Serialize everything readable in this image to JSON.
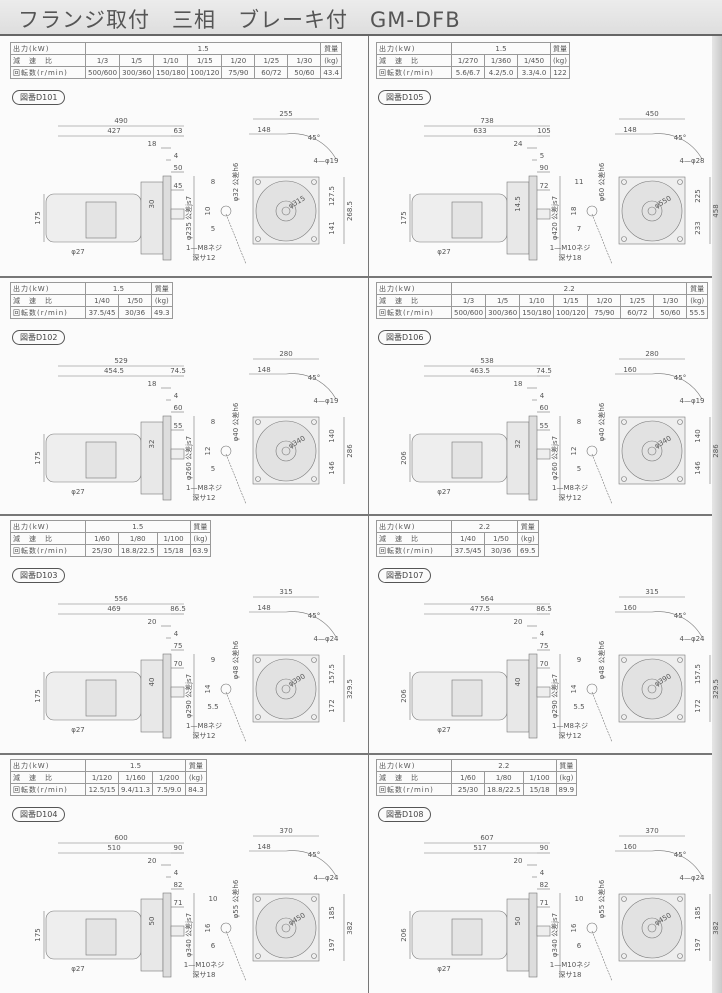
{
  "page_title": "フランジ取付　三相　ブレーキ付　GM-DFB",
  "table_labels": {
    "output": "出力(kW)",
    "ratio": "減　速　比",
    "speed": "回転数(r/min)",
    "mass": "質量",
    "mass_unit": "(kg)"
  },
  "panels": [
    {
      "figure": "図番D101",
      "kw": "1.5",
      "ratios": [
        "1/3",
        "1/5",
        "1/10",
        "1/15",
        "1/20",
        "1/25",
        "1/30"
      ],
      "speeds": [
        "500/600",
        "300/360",
        "150/180",
        "100/120",
        "75/90",
        "60/72",
        "50/60"
      ],
      "mass": "43.4",
      "dims": {
        "total": "490",
        "body": "427",
        "shaft_ext": "63",
        "key_offset": "18",
        "step": "4",
        "flange_proj": "50",
        "shaft_len": "45",
        "gear_h": "30",
        "motor_h": "175",
        "motor_dia": "φ27",
        "flange_dia": "φ235 公差js7",
        "shaft_dia": "φ32 公差h6",
        "key_w": "8",
        "key_h": "10",
        "key_d": "5",
        "tap": "1—M8ネジ",
        "depth": "深サ12",
        "square": "255",
        "offset": "148",
        "angle": "45°",
        "holes": "4—φ19",
        "pcd": "φ315",
        "upper": "127.5",
        "height": "268.5",
        "lower": "141"
      }
    },
    {
      "figure": "図番D105",
      "kw": "1.5",
      "ratios": [
        "1/270",
        "1/360",
        "1/450"
      ],
      "speeds": [
        "5.6/6.7",
        "4.2/5.0",
        "3.3/4.0"
      ],
      "mass": "122",
      "dims": {
        "total": "738",
        "body": "633",
        "shaft_ext": "105",
        "key_offset": "24",
        "step": "5",
        "flange_proj": "90",
        "shaft_len": "72",
        "gear_h": "14.5",
        "motor_h": "175",
        "motor_dia": "φ27",
        "flange_dia": "φ420 公差js7",
        "shaft_dia": "φ60 公差h6",
        "key_w": "11",
        "key_h": "18",
        "key_d": "7",
        "tap": "1—M10ネジ",
        "depth": "深サ18",
        "square": "450",
        "offset": "148",
        "angle": "45°",
        "holes": "4—φ28",
        "pcd": "φ550",
        "upper": "225",
        "height": "458",
        "lower": "233"
      }
    },
    {
      "figure": "図番D102",
      "kw": "1.5",
      "ratios": [
        "1/40",
        "1/50"
      ],
      "speeds": [
        "37.5/45",
        "30/36"
      ],
      "mass": "49.3",
      "dims": {
        "total": "529",
        "body": "454.5",
        "shaft_ext": "74.5",
        "key_offset": "18",
        "step": "4",
        "flange_proj": "60",
        "shaft_len": "55",
        "gear_h": "32",
        "motor_h": "175",
        "motor_dia": "φ27",
        "flange_dia": "φ260 公差js7",
        "shaft_dia": "φ40 公差h6",
        "key_w": "8",
        "key_h": "12",
        "key_d": "5",
        "tap": "1—M8ネジ",
        "depth": "深サ12",
        "square": "280",
        "offset": "148",
        "angle": "45°",
        "holes": "4—φ19",
        "pcd": "φ340",
        "upper": "140",
        "height": "286",
        "lower": "146"
      }
    },
    {
      "figure": "図番D106",
      "kw": "2.2",
      "ratios": [
        "1/3",
        "1/5",
        "1/10",
        "1/15",
        "1/20",
        "1/25",
        "1/30"
      ],
      "speeds": [
        "500/600",
        "300/360",
        "150/180",
        "100/120",
        "75/90",
        "60/72",
        "50/60"
      ],
      "mass": "55.5",
      "dims": {
        "total": "538",
        "body": "463.5",
        "shaft_ext": "74.5",
        "key_offset": "18",
        "step": "4",
        "flange_proj": "60",
        "shaft_len": "55",
        "gear_h": "32",
        "motor_h": "206",
        "motor_dia": "φ27",
        "flange_dia": "φ260 公差js7",
        "shaft_dia": "φ40 公差h6",
        "key_w": "8",
        "key_h": "12",
        "key_d": "5",
        "tap": "1—M8ネジ",
        "depth": "深サ12",
        "square": "280",
        "offset": "160",
        "angle": "45°",
        "holes": "4—φ19",
        "pcd": "φ340",
        "upper": "140",
        "height": "286",
        "lower": "146"
      }
    },
    {
      "figure": "図番D103",
      "kw": "1.5",
      "ratios": [
        "1/60",
        "1/80",
        "1/100"
      ],
      "speeds": [
        "25/30",
        "18.8/22.5",
        "15/18"
      ],
      "mass": "63.9",
      "dims": {
        "total": "556",
        "body": "469",
        "shaft_ext": "86.5",
        "key_offset": "20",
        "step": "4",
        "flange_proj": "75",
        "shaft_len": "70",
        "gear_h": "40",
        "motor_h": "175",
        "motor_dia": "φ27",
        "flange_dia": "φ290 公差js7",
        "shaft_dia": "φ48 公差h6",
        "key_w": "9",
        "key_h": "14",
        "key_d": "5.5",
        "tap": "1—M8ネジ",
        "depth": "深サ12",
        "square": "315",
        "offset": "148",
        "angle": "45°",
        "holes": "4—φ24",
        "pcd": "φ390",
        "upper": "157.5",
        "height": "329.5",
        "lower": "172"
      }
    },
    {
      "figure": "図番D107",
      "kw": "2.2",
      "ratios": [
        "1/40",
        "1/50"
      ],
      "speeds": [
        "37.5/45",
        "30/36"
      ],
      "mass": "69.5",
      "dims": {
        "total": "564",
        "body": "477.5",
        "shaft_ext": "86.5",
        "key_offset": "20",
        "step": "4",
        "flange_proj": "75",
        "shaft_len": "70",
        "gear_h": "40",
        "motor_h": "206",
        "motor_dia": "φ27",
        "flange_dia": "φ290 公差js7",
        "shaft_dia": "φ48 公差h6",
        "key_w": "9",
        "key_h": "14",
        "key_d": "5.5",
        "tap": "1—M8ネジ",
        "depth": "深サ12",
        "square": "315",
        "offset": "160",
        "angle": "45°",
        "holes": "4—φ24",
        "pcd": "φ390",
        "upper": "157.5",
        "height": "329.5",
        "lower": "172"
      }
    },
    {
      "figure": "図番D104",
      "kw": "1.5",
      "ratios": [
        "1/120",
        "1/160",
        "1/200"
      ],
      "speeds": [
        "12.5/15",
        "9.4/11.3",
        "7.5/9.0"
      ],
      "mass": "84.3",
      "dims": {
        "total": "600",
        "body": "510",
        "shaft_ext": "90",
        "key_offset": "20",
        "step": "4",
        "flange_proj": "82",
        "shaft_len": "71",
        "gear_h": "50",
        "motor_h": "175",
        "motor_dia": "φ27",
        "flange_dia": "φ340 公差js7",
        "shaft_dia": "φ55 公差h6",
        "key_w": "10",
        "key_h": "16",
        "key_d": "6",
        "tap": "1—M10ネジ",
        "depth": "深サ18",
        "square": "370",
        "offset": "148",
        "angle": "45°",
        "holes": "4—φ24",
        "pcd": "φ450",
        "upper": "185",
        "height": "382",
        "lower": "197"
      }
    },
    {
      "figure": "図番D108",
      "kw": "2.2",
      "ratios": [
        "1/60",
        "1/80",
        "1/100"
      ],
      "speeds": [
        "25/30",
        "18.8/22.5",
        "15/18"
      ],
      "mass": "89.9",
      "dims": {
        "total": "607",
        "body": "517",
        "shaft_ext": "90",
        "key_offset": "20",
        "step": "4",
        "flange_proj": "82",
        "shaft_len": "71",
        "gear_h": "50",
        "motor_h": "206",
        "motor_dia": "φ27",
        "flange_dia": "φ340 公差js7",
        "shaft_dia": "φ55 公差h6",
        "key_w": "10",
        "key_h": "16",
        "key_d": "6",
        "tap": "1—M10ネジ",
        "depth": "深サ18",
        "square": "370",
        "offset": "160",
        "angle": "45°",
        "holes": "4—φ24",
        "pcd": "φ450",
        "upper": "185",
        "height": "382",
        "lower": "197"
      }
    }
  ]
}
